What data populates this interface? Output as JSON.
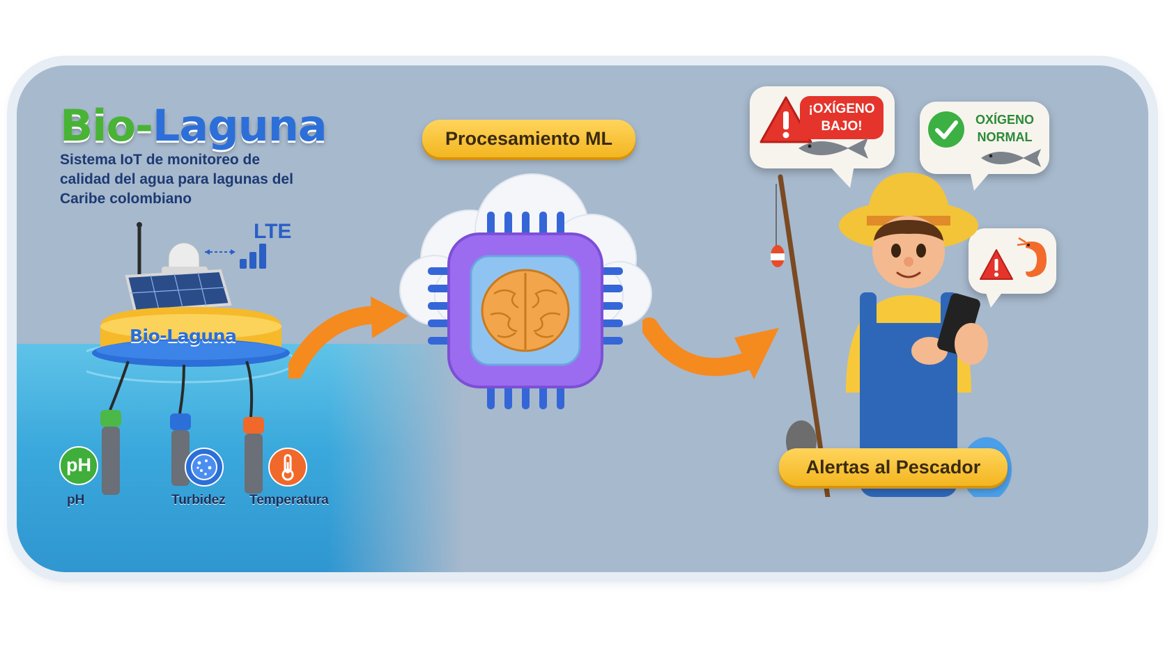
{
  "brand": {
    "part1": "Bio-",
    "part2": "Laguna"
  },
  "subtitle": "Sistema IoT de monitoreo de calidad del agua para lagunas del Caribe colombiano",
  "buoy": {
    "label": "Bio-Laguna",
    "connectivity": "LTE"
  },
  "sensors": [
    {
      "icon": "ph-icon",
      "icon_text": "pH",
      "label": "pH",
      "color": "#3fae3a"
    },
    {
      "icon": "turbidity-icon",
      "label": "Turbidez",
      "color": "#2c6fd8"
    },
    {
      "icon": "thermometer-icon",
      "label": "Temperatura",
      "color": "#f0682a"
    }
  ],
  "processing": {
    "label": "Procesamiento ML"
  },
  "alerts": {
    "label": "Alertas al Pescador",
    "low_oxygen": "¡OXÍGENO BAJO!",
    "normal_oxygen": "OXÍGENO NORMAL"
  },
  "colors": {
    "panel": "#a7b9cd",
    "accent_orange": "#f58a1f",
    "pill": "#f6bf2d",
    "chip": "#9b6cf0",
    "alert_red": "#e5342b",
    "ok_green": "#3cb043"
  }
}
